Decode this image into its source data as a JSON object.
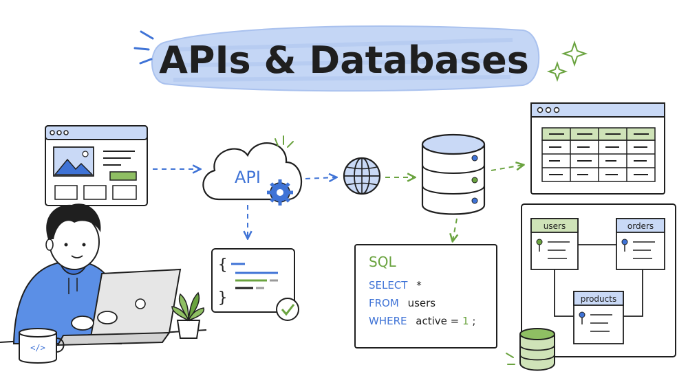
{
  "title": "APIs & Databases",
  "api_cloud": {
    "label": "API"
  },
  "sql_panel": {
    "heading": "SQL",
    "lines": [
      {
        "keyword": "SELECT",
        "rest": "*"
      },
      {
        "keyword": "FROM",
        "rest": "users"
      },
      {
        "keyword": "WHERE",
        "rest": "active = ",
        "number": "1",
        "end": ";"
      }
    ]
  },
  "schema": {
    "tables": [
      {
        "name": "users"
      },
      {
        "name": "orders"
      },
      {
        "name": "products"
      }
    ]
  },
  "mug_label": "</>",
  "colors": {
    "blue": "#3f73d6",
    "green": "#6aa33f",
    "ink": "#1f1f1f",
    "light_blue": "#c9d9f6",
    "light_green": "#cfe3b8",
    "title_brush": "#b9cdf3"
  }
}
